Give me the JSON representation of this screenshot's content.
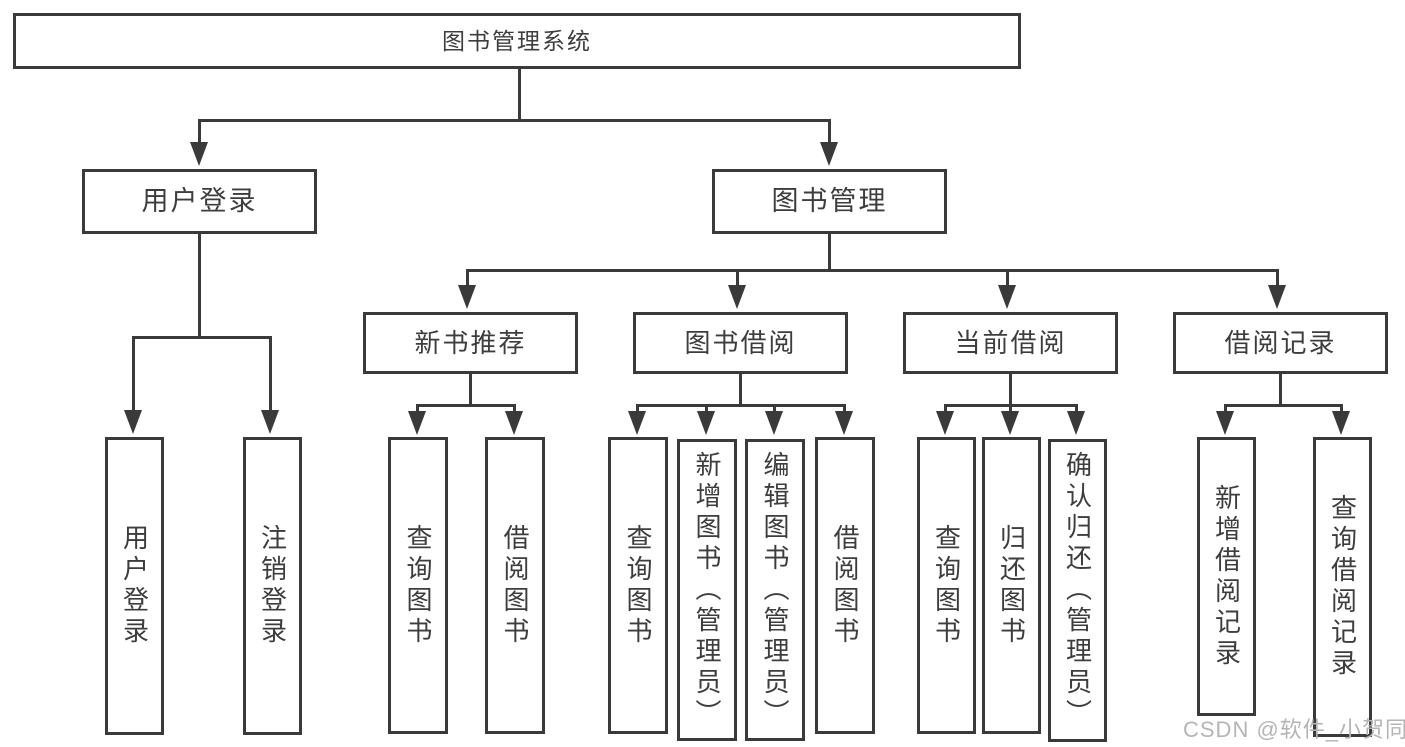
{
  "tree": {
    "root": {
      "label": "图书管理系统"
    },
    "branches": [
      {
        "label": "用户登录",
        "children": [
          {
            "label": "用户登录"
          },
          {
            "label": "注销登录"
          }
        ]
      },
      {
        "label": "图书管理",
        "children": [
          {
            "label": "新书推荐",
            "children": [
              {
                "label": "查询图书"
              },
              {
                "label": "借阅图书"
              }
            ]
          },
          {
            "label": "图书借阅",
            "children": [
              {
                "label": "查询图书"
              },
              {
                "label": "新增图书（管理员）"
              },
              {
                "label": "编辑图书（管理员）"
              },
              {
                "label": "借阅图书"
              }
            ]
          },
          {
            "label": "当前借阅",
            "children": [
              {
                "label": "查询图书"
              },
              {
                "label": "归还图书"
              },
              {
                "label": "确认归还（管理员）"
              }
            ]
          },
          {
            "label": "借阅记录",
            "children": [
              {
                "label": "新增借阅记录"
              },
              {
                "label": "查询借阅记录"
              }
            ]
          }
        ]
      }
    ]
  },
  "watermark": {
    "text": "CSDN @软件_小贺同学"
  },
  "colors": {
    "line": "#3a3a3a",
    "text": "#3d3d3d",
    "box_bg": "#ffffff",
    "canvas_bg": "#ffffff",
    "watermark": "#b5b5b5"
  }
}
